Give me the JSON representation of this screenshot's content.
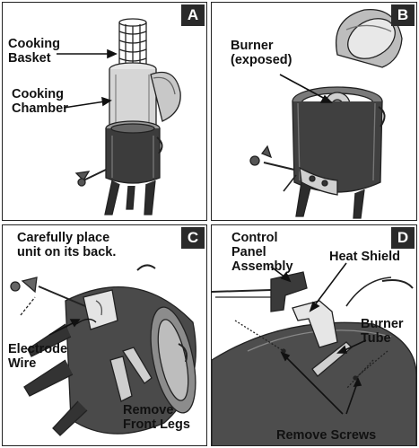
{
  "panels": [
    {
      "letter": "A",
      "labels": {
        "basket_1": "Cooking",
        "basket_2": "Basket",
        "chamber_1": "Cooking",
        "chamber_2": "Chamber"
      }
    },
    {
      "letter": "B",
      "labels": {
        "burner_1": "Burner",
        "burner_2": "(exposed)"
      }
    },
    {
      "letter": "C",
      "labels": {
        "careful_1": "Carefully place",
        "careful_2": "unit on its back.",
        "electrode_1": "Electrode",
        "electrode_2": "Wire",
        "legs_1": "Remove",
        "legs_2": "Front Legs"
      }
    },
    {
      "letter": "D",
      "labels": {
        "control_1": "Control",
        "control_2": "Panel",
        "control_3": "Assembly",
        "heat_shield": "Heat Shield",
        "burner_tube_1": "Burner",
        "burner_tube_2": "Tube",
        "screws": "Remove Screws"
      }
    }
  ]
}
